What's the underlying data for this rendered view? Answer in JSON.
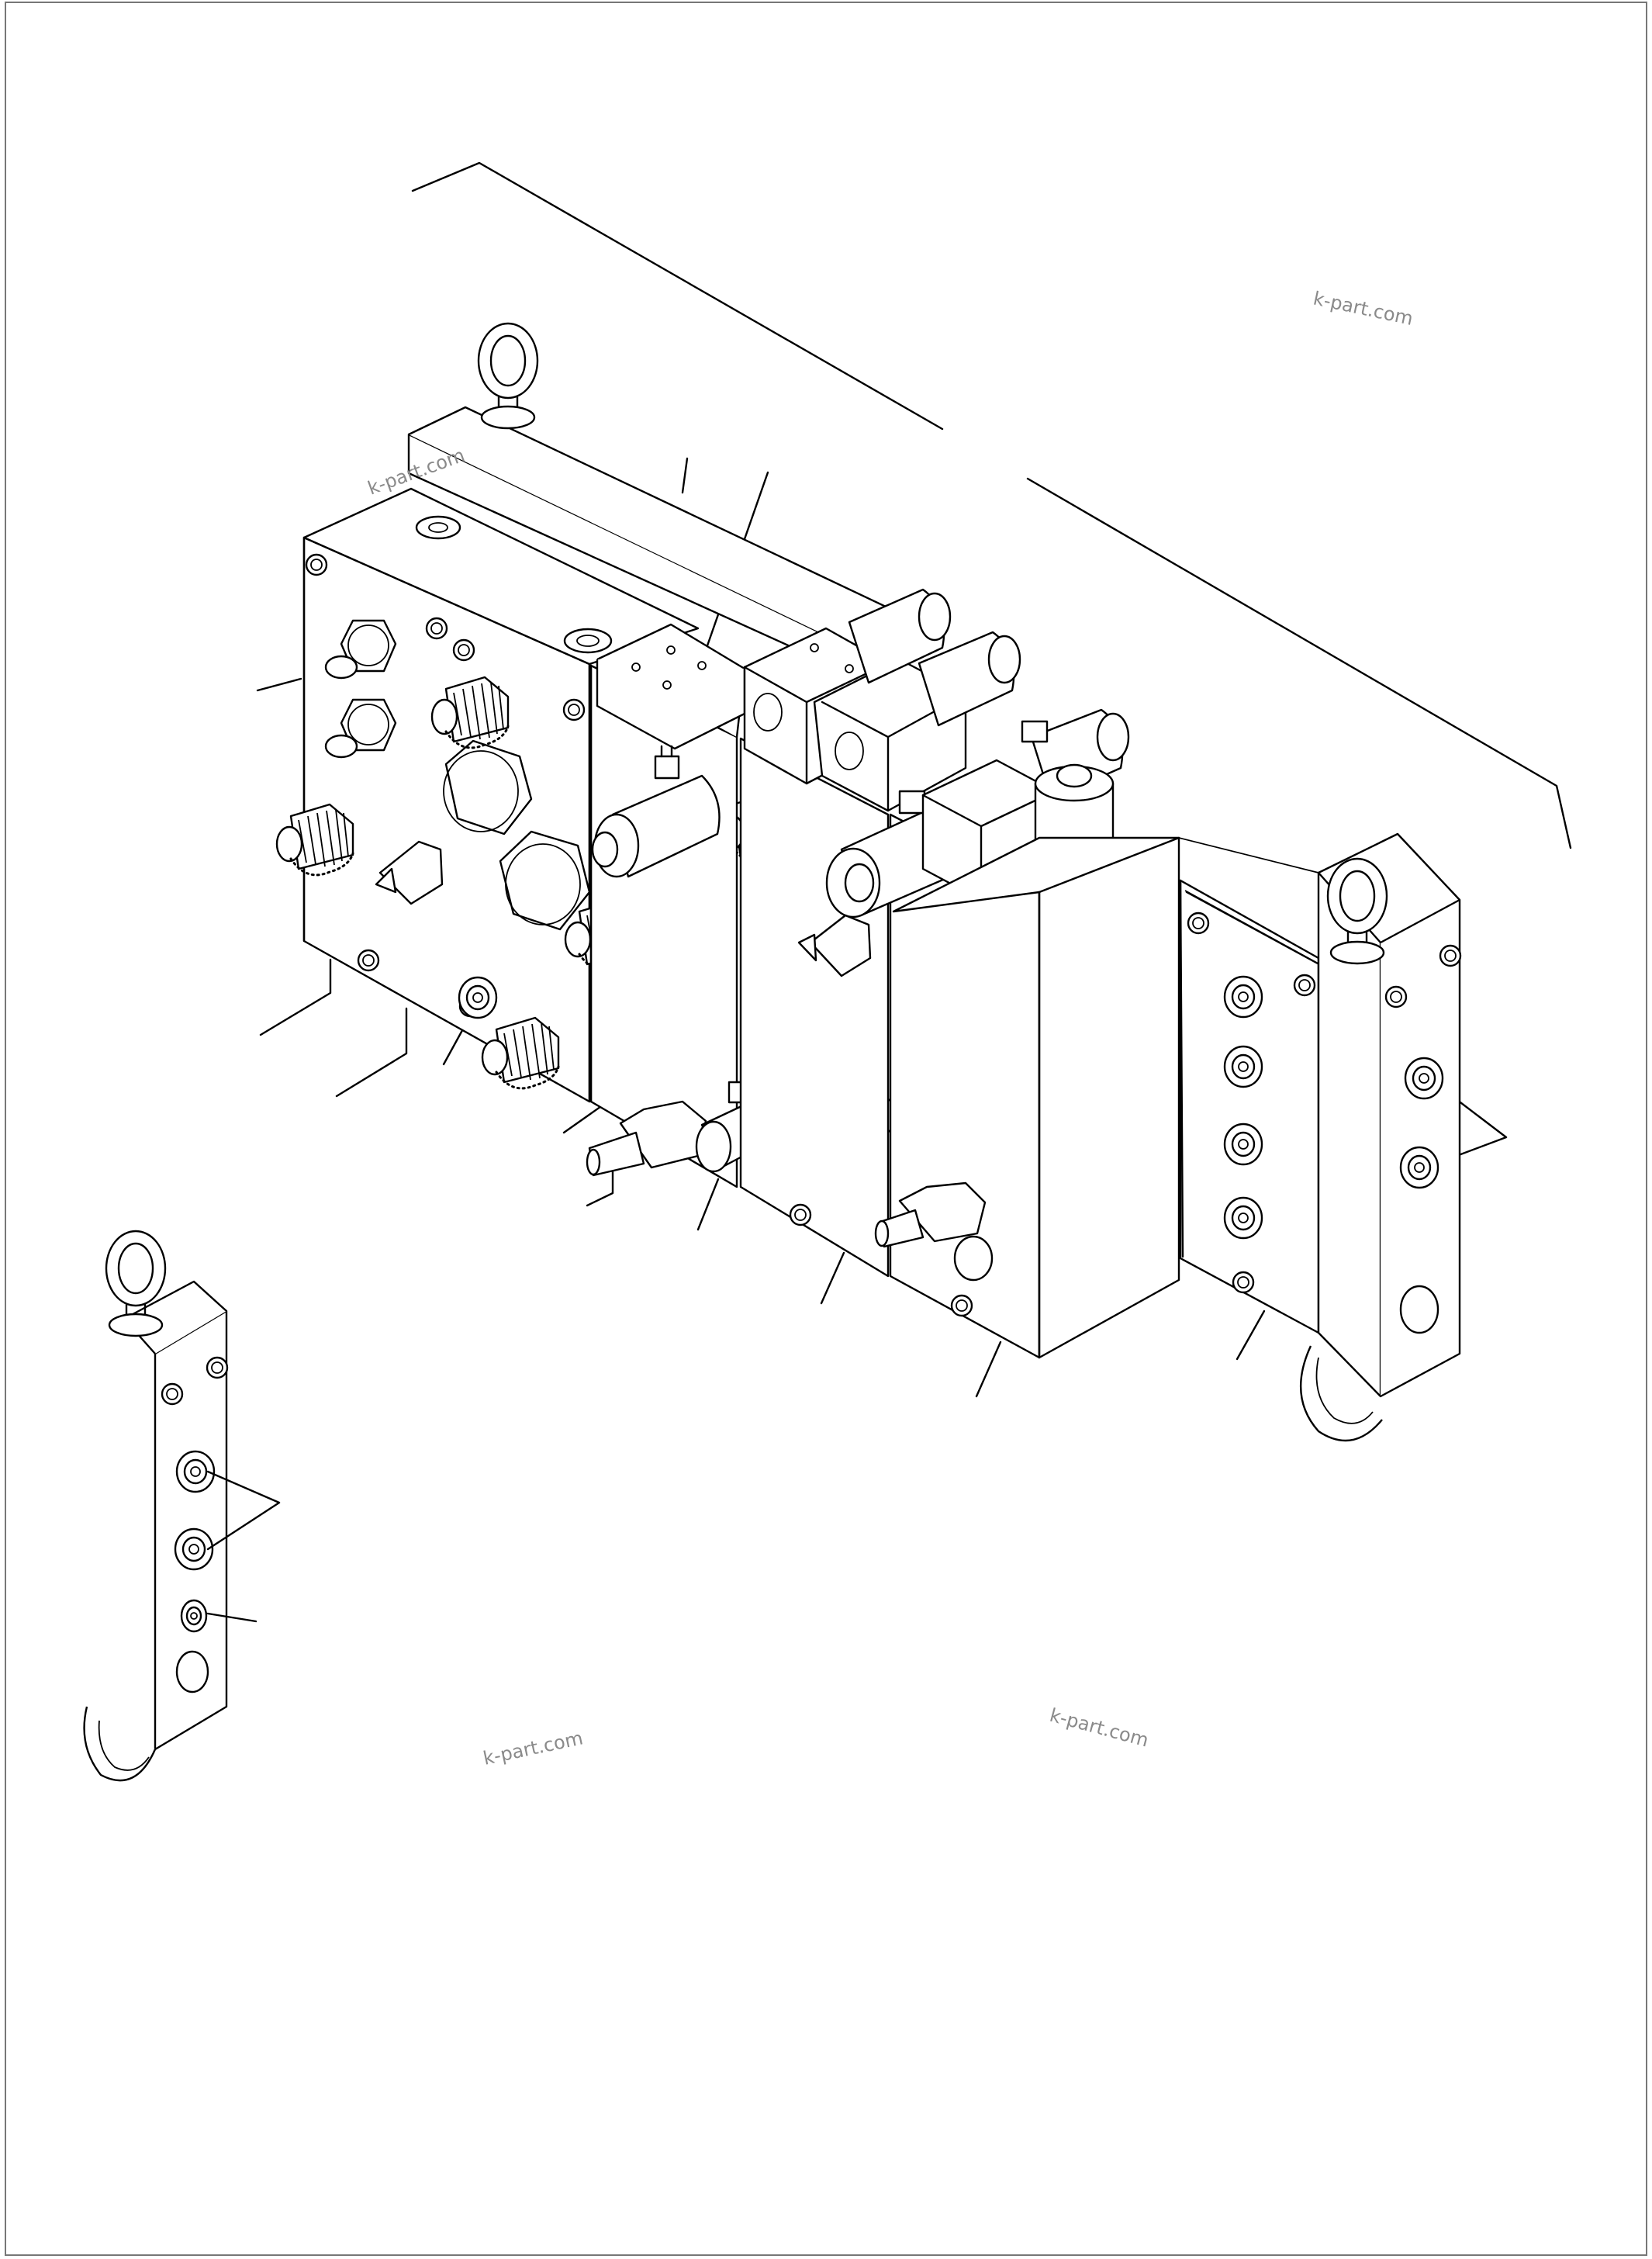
{
  "watermarks": [
    {
      "text": "k-part.com"
    },
    {
      "text": "k-part.com"
    },
    {
      "text": "k-part.com"
    },
    {
      "text": "k-part.com"
    }
  ],
  "parts": {
    "main_valve_block": "block",
    "eye_bolt": "eye-bolt",
    "solenoid_valve": "solenoid",
    "pressure_plug": "plug",
    "side_plate": "plate"
  }
}
